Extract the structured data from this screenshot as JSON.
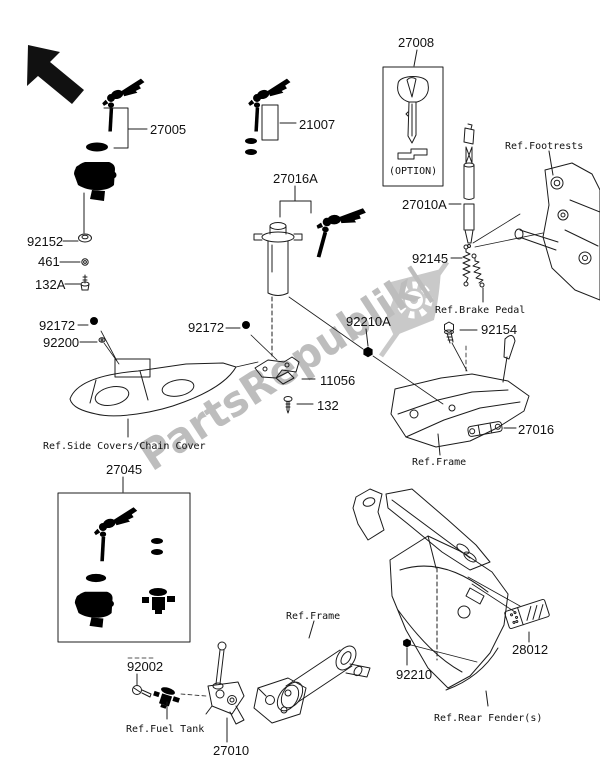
{
  "watermark": {
    "text": "PartsRepublik|",
    "color": "#bdbdbd"
  },
  "labels": {
    "p27005": "27005",
    "p21007": "21007",
    "p27008": "27008",
    "option": "(OPTION)",
    "p27016a": "27016A",
    "p27010a": "27010A",
    "ref_footrests": "Ref.Footrests",
    "p92152": "92152",
    "p461": "461",
    "p132a": "132A",
    "p92172_left": "92172",
    "p92200": "92200",
    "p92172_mid": "92172",
    "p92210a": "92210A",
    "p11056": "11056",
    "p132": "132",
    "p92145": "92145",
    "ref_brake_pedal": "Ref.Brake Pedal",
    "p92154": "92154",
    "p27016": "27016",
    "ref_frame_mid": "Ref.Frame",
    "ref_side_covers": "Ref.Side Covers/Chain Cover",
    "p27045": "27045",
    "p92002": "92002",
    "ref_fuel_tank": "Ref.Fuel Tank",
    "p27010": "27010",
    "ref_frame_bottom": "Ref.Frame",
    "p92210": "92210",
    "p28012": "28012",
    "ref_rear_fender": "Ref.Rear Fender(s)"
  }
}
